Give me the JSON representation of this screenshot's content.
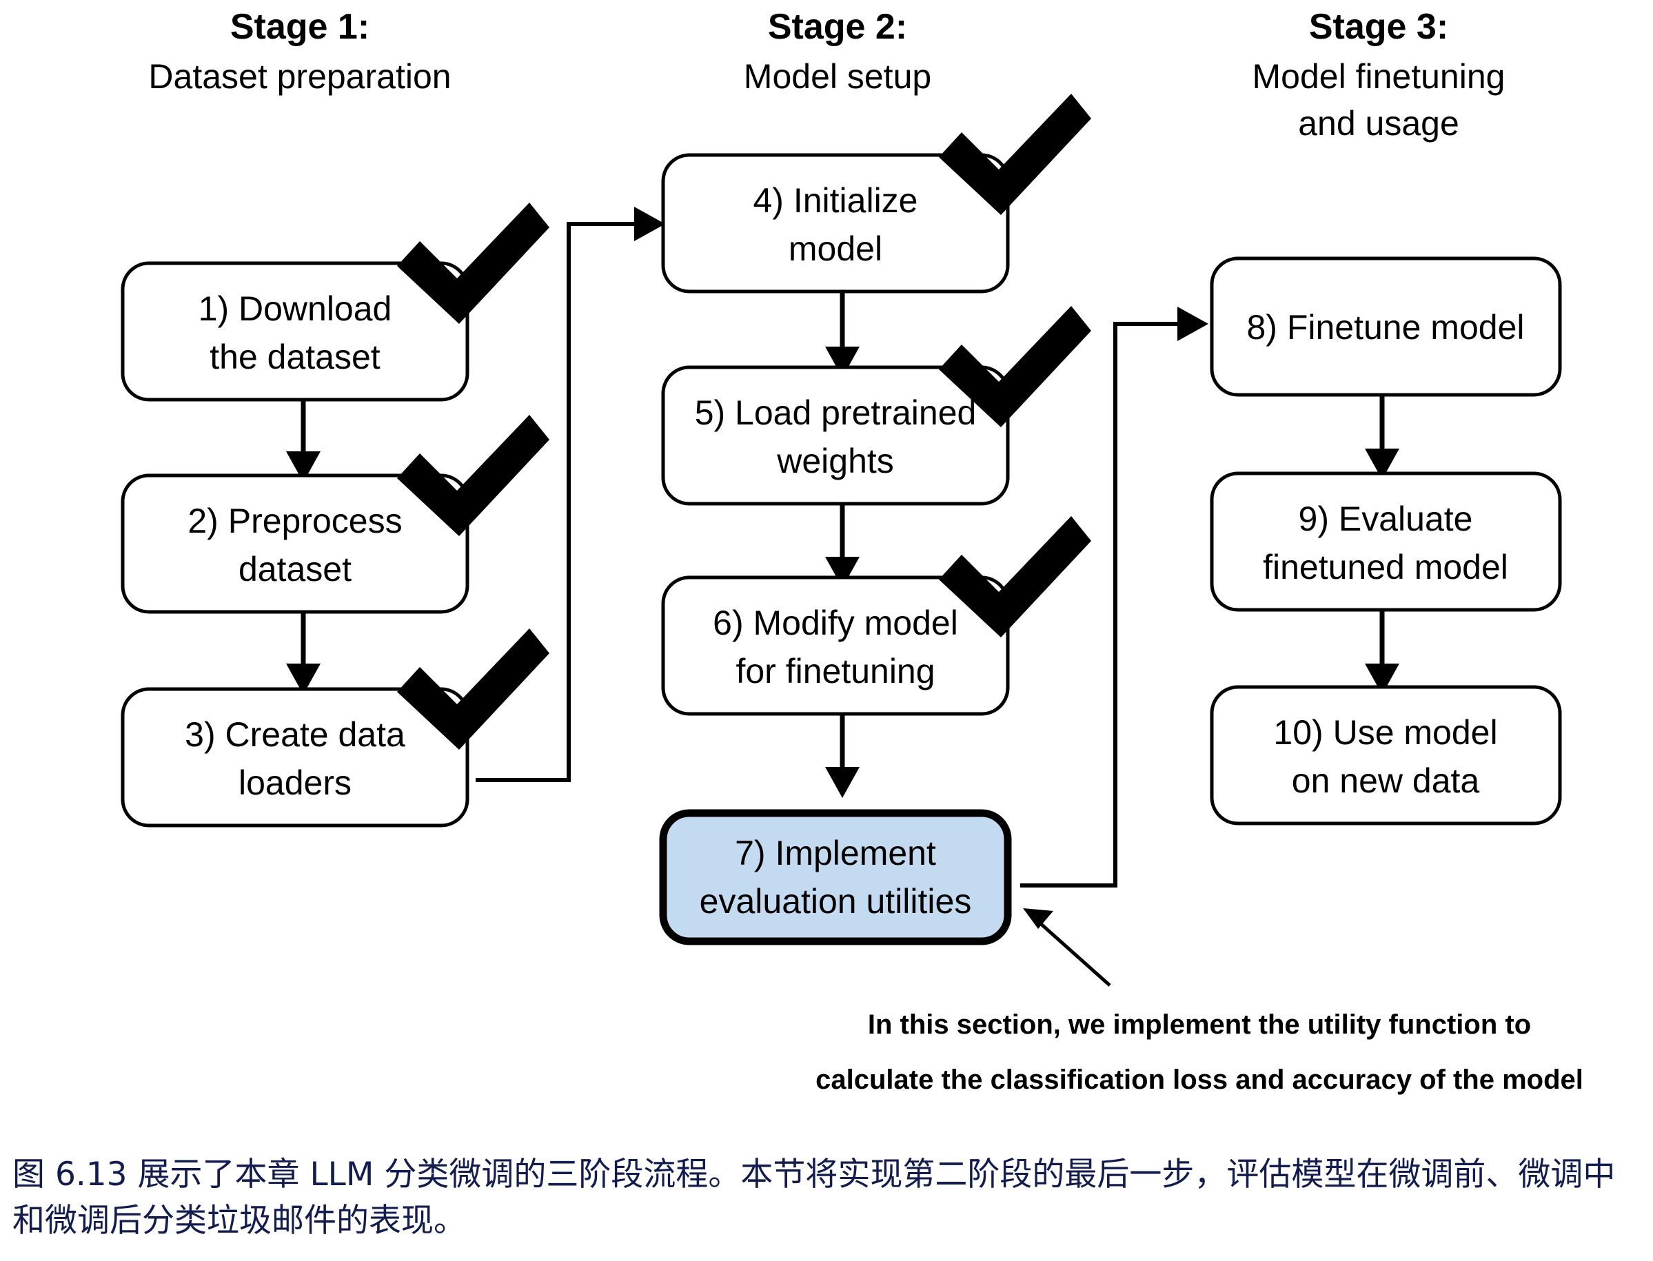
{
  "figure": {
    "caption": "图 6.13 展示了本章 LLM 分类微调的三阶段流程。本节将实现第二阶段的最后一步，评估模型在微调前、微调中和微调后分类垃圾邮件的表现。",
    "caption_color": "#131c4e"
  },
  "stages": [
    {
      "id": "stage-1",
      "title": "Stage 1:",
      "subtitle": "Dataset preparation",
      "subtitle_line2": ""
    },
    {
      "id": "stage-2",
      "title": "Stage 2:",
      "subtitle": "Model setup",
      "subtitle_line2": ""
    },
    {
      "id": "stage-3",
      "title": "Stage 3:",
      "subtitle": "Model finetuning",
      "subtitle_line2": "and usage"
    }
  ],
  "nodes": [
    {
      "id": "node-1",
      "stage": 1,
      "line1": "1) Download",
      "line2": "the dataset",
      "checked": true,
      "highlighted": false
    },
    {
      "id": "node-2",
      "stage": 1,
      "line1": "2) Preprocess",
      "line2": "dataset",
      "checked": true,
      "highlighted": false
    },
    {
      "id": "node-3",
      "stage": 1,
      "line1": "3) Create data",
      "line2": "loaders",
      "checked": true,
      "highlighted": false
    },
    {
      "id": "node-4",
      "stage": 2,
      "line1": "4) Initialize",
      "line2": "model",
      "checked": true,
      "highlighted": false
    },
    {
      "id": "node-5",
      "stage": 2,
      "line1": "5) Load pretrained",
      "line2": "weights",
      "checked": true,
      "highlighted": false
    },
    {
      "id": "node-6",
      "stage": 2,
      "line1": "6) Modify model",
      "line2": "for finetuning",
      "checked": true,
      "highlighted": false
    },
    {
      "id": "node-7",
      "stage": 2,
      "line1": "7) Implement",
      "line2": "evaluation utilities",
      "checked": false,
      "highlighted": true
    },
    {
      "id": "node-8",
      "stage": 3,
      "line1": "8) Finetune model",
      "line2": "",
      "checked": false,
      "highlighted": false
    },
    {
      "id": "node-9",
      "stage": 3,
      "line1": "9) Evaluate",
      "line2": "finetuned model",
      "checked": false,
      "highlighted": false
    },
    {
      "id": "node-10",
      "stage": 3,
      "line1": "10) Use model",
      "line2": "on new data",
      "checked": false,
      "highlighted": false
    }
  ],
  "annotation": {
    "line1": "In this section, we implement the utility function to",
    "line2": "calculate the classification loss and accuracy of the model"
  },
  "colors": {
    "highlight_fill": "#c3daf0",
    "stroke": "#000000",
    "background": "#ffffff",
    "caption": "#131c4e"
  }
}
